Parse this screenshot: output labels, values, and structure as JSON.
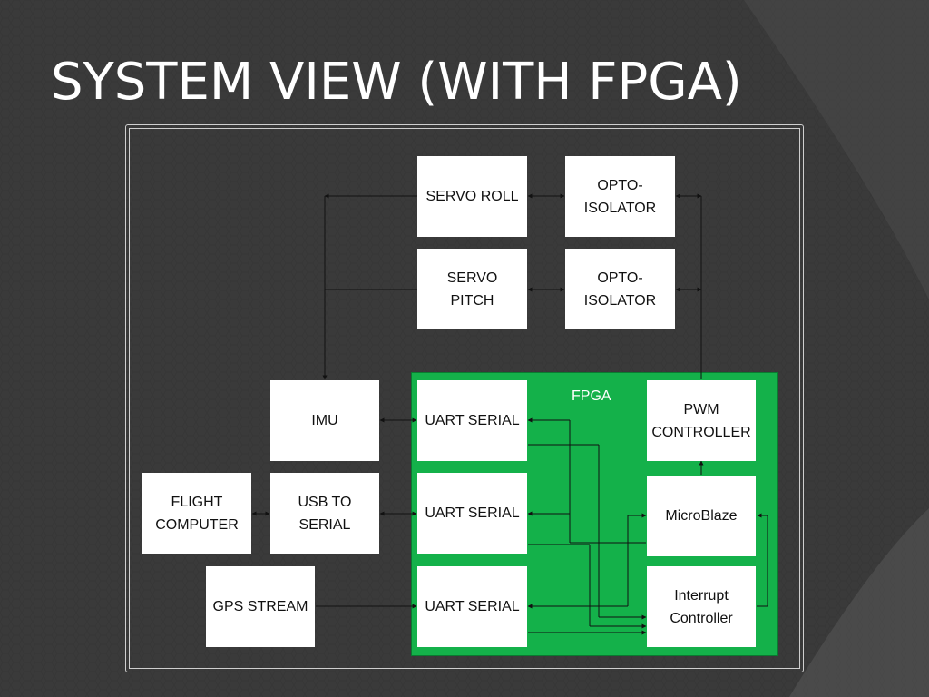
{
  "title": "SYSTEM VIEW (WITH FPGA)",
  "fpga_label": "FPGA",
  "blocks": {
    "servo_roll": "SERVO ROLL",
    "opto_isolator_1": "OPTO-\nISOLATOR",
    "servo_pitch": "SERVO\nPITCH",
    "opto_isolator_2": "OPTO-\nISOLATOR",
    "imu": "IMU",
    "usb_to_serial": "USB TO\nSERIAL",
    "flight_computer": "FLIGHT\nCOMPUTER",
    "gps_stream": "GPS STREAM",
    "uart_serial_1": "UART SERIAL",
    "uart_serial_2": "UART SERIAL",
    "uart_serial_3": "UART SERIAL",
    "pwm_controller": "PWM\nCONTROLLER",
    "microblaze": "MicroBlaze",
    "interrupt_controller": "Interrupt\nController"
  },
  "colors": {
    "background": "#3a3a3a",
    "fpga_green": "#14b14a",
    "block_fill": "#ffffff",
    "wire": "#111111",
    "frame": "#cfcfcf"
  }
}
